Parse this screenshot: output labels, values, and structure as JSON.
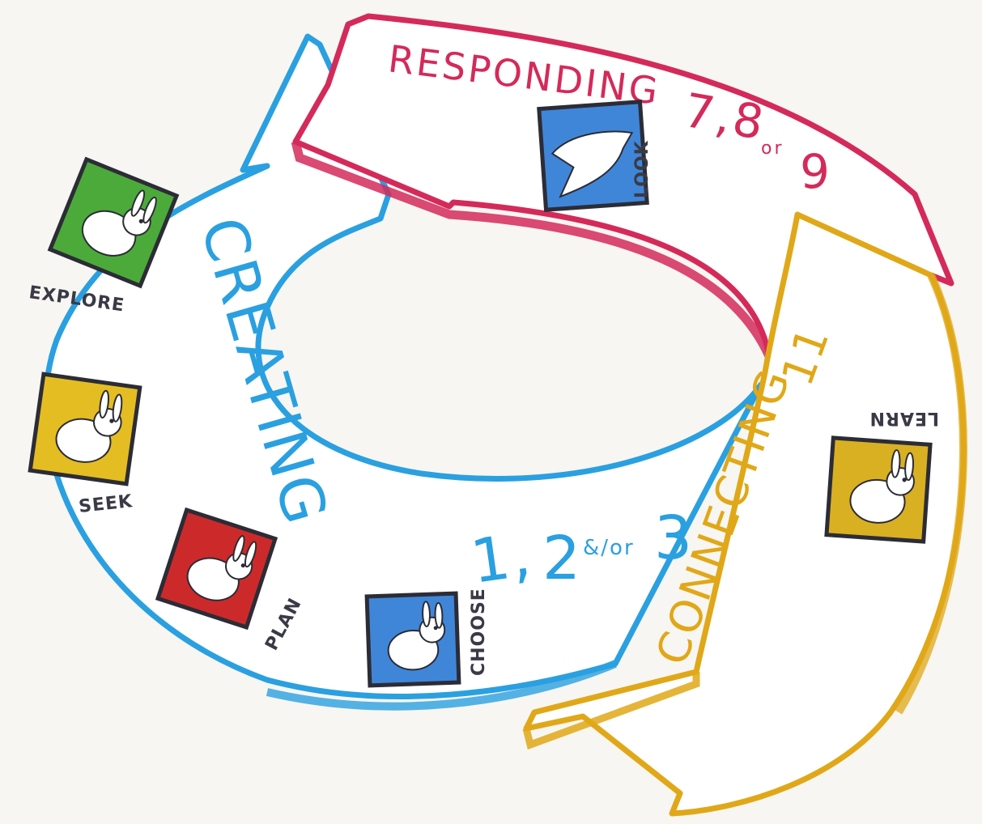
{
  "stages": {
    "responding": {
      "title": "RESPONDING",
      "numbers": "7,8",
      "or": "or",
      "last": "9",
      "color": "#d42a5a"
    },
    "creating": {
      "title": "CREATING",
      "n1": "1,",
      "n2": "2",
      "and_or": "&/or",
      "n3": "3",
      "color": "#2aa0e0"
    },
    "connecting": {
      "title": "CONNECTING",
      "number": "11",
      "color": "#e0a818"
    }
  },
  "steps": [
    {
      "label": "LOOK",
      "color": "#3f86d8"
    },
    {
      "label": "EXPLORE",
      "color": "#4caa3a"
    },
    {
      "label": "SEEK",
      "color": "#e4bd22"
    },
    {
      "label": "PLAN",
      "color": "#cc2a2a"
    },
    {
      "label": "CHOOSE",
      "color": "#3f86d8"
    },
    {
      "label": "LEARN",
      "color": "#d8b022"
    }
  ],
  "icons": [
    "bird-icon",
    "rabbit-icon"
  ]
}
